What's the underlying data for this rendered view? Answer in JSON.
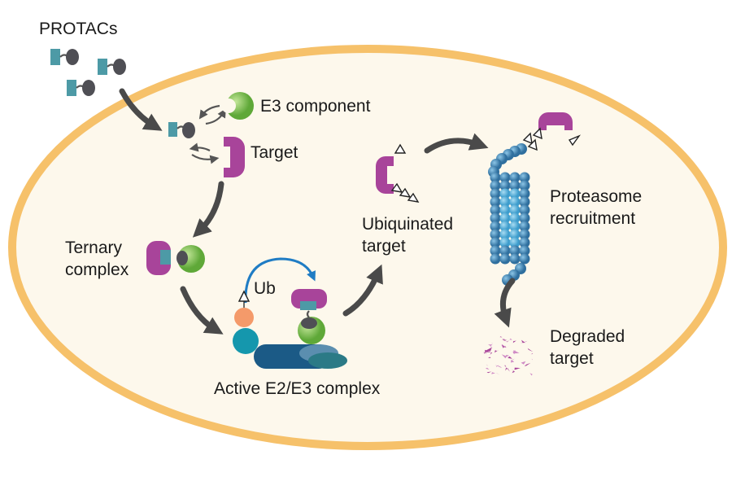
{
  "labels": {
    "protacs": "PROTACs",
    "e3_component": "E3 component",
    "target": "Target",
    "ternary_1": "Ternary",
    "ternary_2": "complex",
    "ub": "Ub",
    "active_complex": "Active E2/E3 complex",
    "ubiquinated_1": "Ubiquinated",
    "ubiquinated_2": "target",
    "proteasome_1": "Proteasome",
    "proteasome_2": "recruitment",
    "degraded_1": "Degraded",
    "degraded_2": "target"
  },
  "colors": {
    "cell_fill": "#fdf8ec",
    "cell_membrane": "#f6c16a",
    "protac_warhead": "#4d9aa6",
    "protac_ligand": "#4f4f55",
    "e3_green": "#7cc04a",
    "target_magenta": "#a8449a",
    "arrow": "#4a4a4a",
    "blue_arrow": "#1f7cc4",
    "proteasome": "#3f86b8",
    "e2_orange": "#f49a6a",
    "e3_teal": "#1597ad",
    "e3_navy": "#1b5a86"
  }
}
